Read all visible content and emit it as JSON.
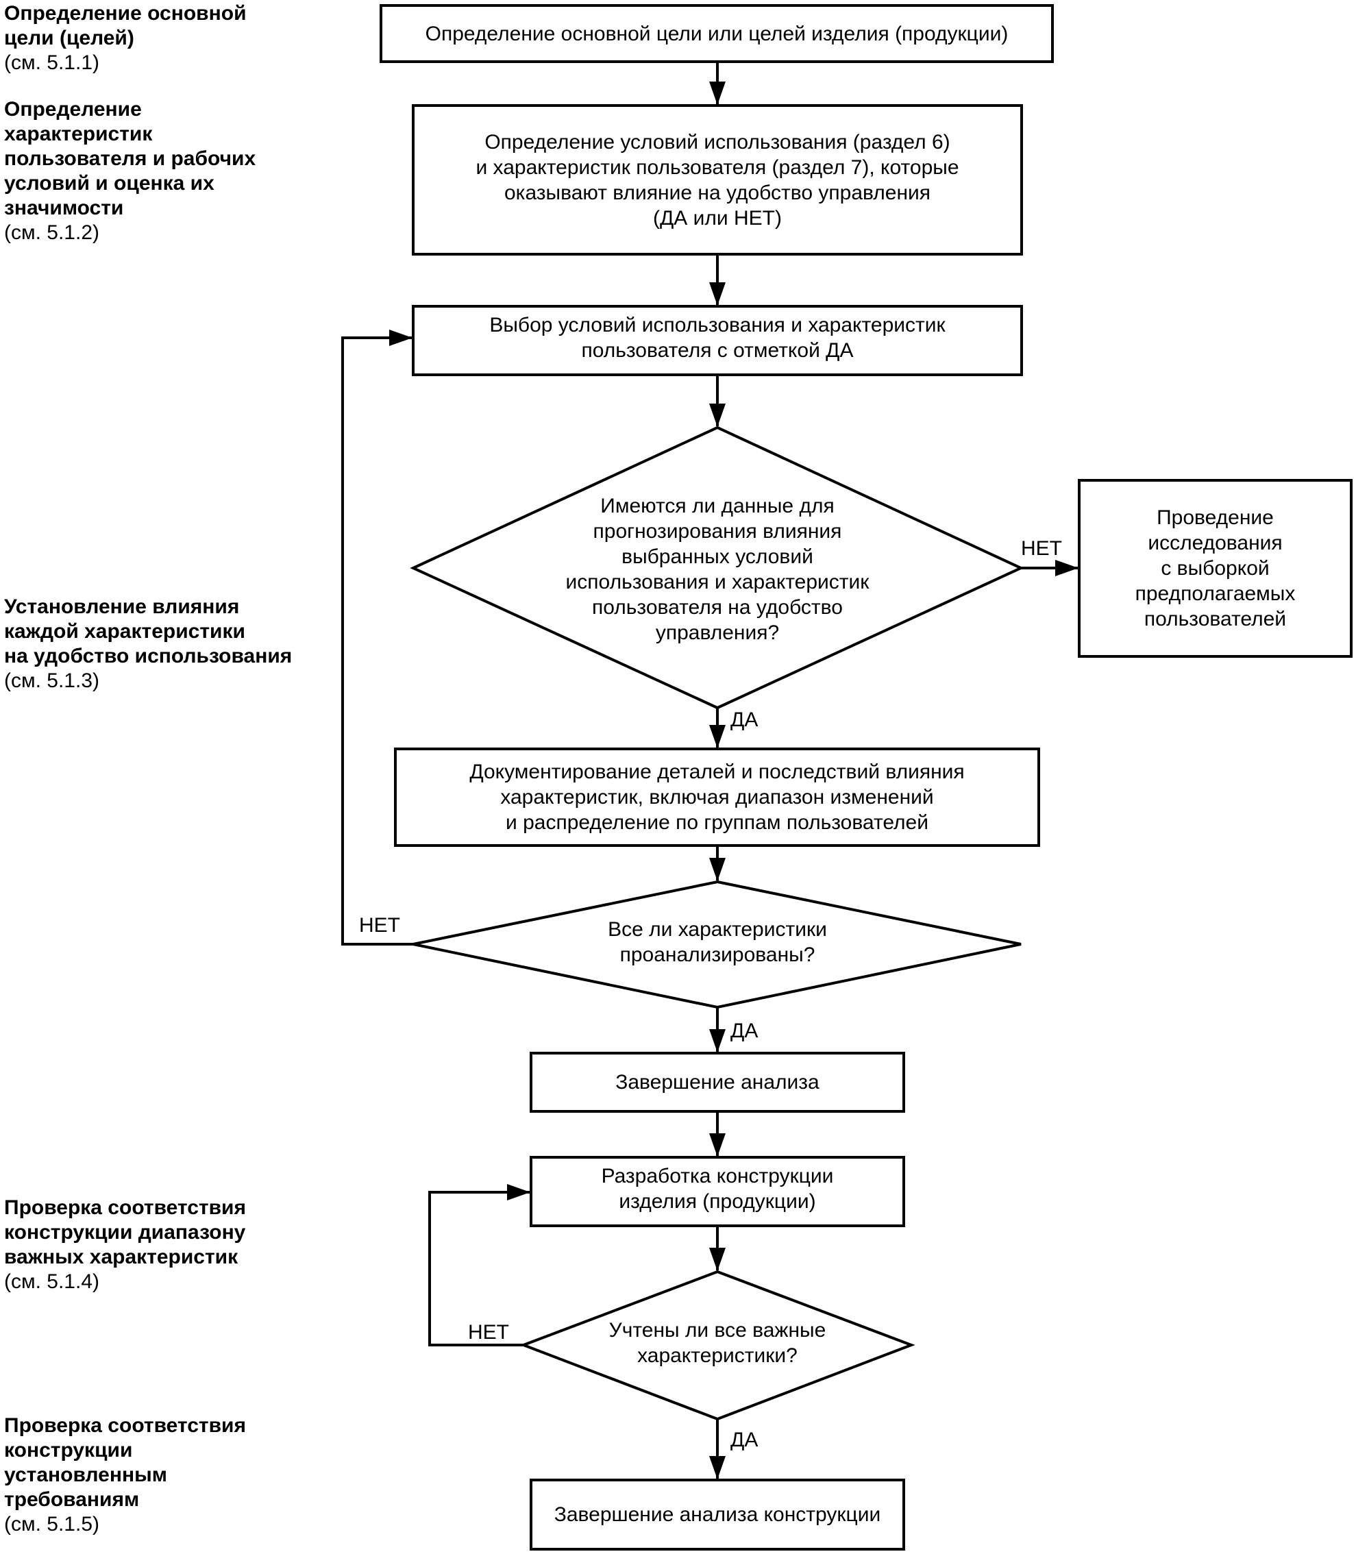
{
  "side_notes": [
    {
      "title": "Определение основной\nцели (целей)",
      "ref": "(см. 5.1.1)"
    },
    {
      "title": "Определение\nхарактеристик\nпользователя и рабочих\nусловий и оценка их\nзначимости",
      "ref": "(см. 5.1.2)"
    },
    {
      "title": "Установление влияния\nкаждой характеристики\nна удобство использования",
      "ref": "(см. 5.1.3)"
    },
    {
      "title": "Проверка соответствия\nконструкции диапазону\nважных характеристик",
      "ref": "(см. 5.1.4)"
    },
    {
      "title": "Проверка соответствия\nконструкции\nустановленным\nтребованиям",
      "ref": "(см. 5.1.5)"
    }
  ],
  "nodes": {
    "goal": "Определение основной цели или целей изделия (продукции)",
    "conditions": "Определение условий использования (раздел 6)\nи характеристик пользователя (раздел 7), которые\nоказывают влияние на удобство управления\n(ДА или НЕТ)",
    "select": "Выбор условий использования и характеристик\nпользователя с отметкой ДА",
    "decision_data": "Имеются ли данные для\nпрогнозирования влияния\nвыбранных условий\nиспользования и характеристик\nпользователя на удобство\nуправления?",
    "research": "Проведение\nисследования\nс выборкой\nпредполагаемых\nпользователей",
    "document": "Документирование деталей и последствий влияния\nхарактеристик, включая диапазон изменений\nи распределение по группам пользователей",
    "decision_all": "Все ли характеристики\nпроанализированы?",
    "finish_analysis": "Завершение анализа",
    "design": "Разработка конструкции\nизделия (продукции)",
    "decision_important": "Учтены ли все важные\nхарактеристики?",
    "finish_design": "Завершение анализа конструкции"
  },
  "edge_labels": {
    "data_no": "НЕТ",
    "data_yes": "ДА",
    "all_no": "НЕТ",
    "all_yes": "ДА",
    "important_no": "НЕТ",
    "important_yes": "ДА"
  }
}
